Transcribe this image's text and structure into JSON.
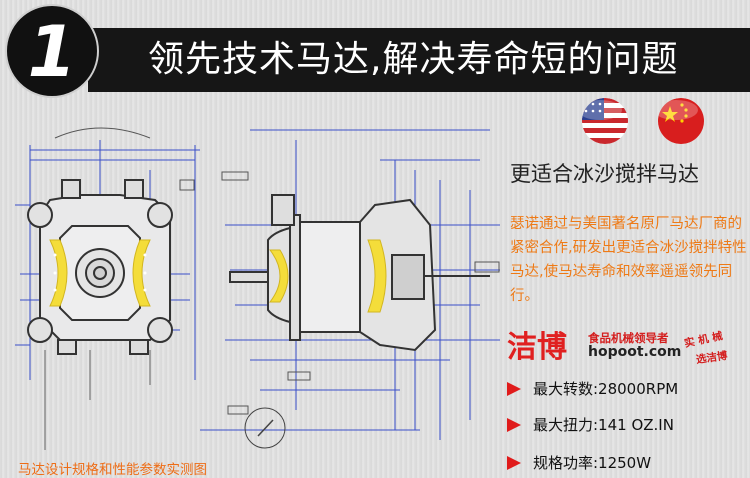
{
  "badge_number": "1",
  "headline": "领先技术马达,解决寿命短的问题",
  "flags": [
    {
      "icon": "usa-flag-icon"
    },
    {
      "icon": "china-flag-icon"
    }
  ],
  "subtitle": "更适合冰沙搅拌马达",
  "description": "瑟诺通过与美国著名原厂马达厂商的紧密合作,研发出更适合冰沙搅拌特性马达,使马达寿命和效率遥遥领先同行。",
  "brand": {
    "name": "洁博",
    "tagline": "食品机械领导者",
    "url": "hopoot.com",
    "stamp_line1": "实 机 械",
    "stamp_line2": "选洁博"
  },
  "specs": [
    {
      "label": "最大转数:28000RPM"
    },
    {
      "label": "最大扭力:141 OZ.IN"
    },
    {
      "label": "规格功率:1250W"
    }
  ],
  "caption": "马达设计规格和性能参数实测图",
  "colors": {
    "banner": "#161616",
    "accent_orange": "#ee7a16",
    "accent_red": "#e01b1b",
    "drawing_blue": "#4a63d8",
    "coil_yellow": "#f4dd3a"
  }
}
